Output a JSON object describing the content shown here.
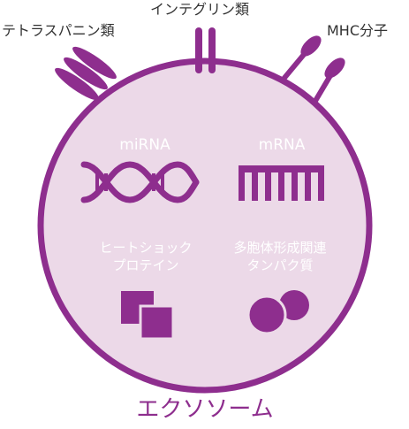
{
  "colors": {
    "accent": "#8e2e8e",
    "membrane_fill": "#ecd9e8",
    "label_dark": "#333333",
    "label_light": "#ffffff"
  },
  "surface_labels": {
    "tetraspanin": "テトラスパニン類",
    "integrin": "インテグリン類",
    "mhc": "MHC分子"
  },
  "cargo": {
    "mirna": "miRNA",
    "mrna": "mRNA",
    "hsp_line1": "ヒートショック",
    "hsp_line2": "プロテイン",
    "multi_line1": "多胞体形成関連",
    "multi_line2": "タンパク質"
  },
  "title": "エクソソーム",
  "icons": {
    "tetraspanin": "tetraspanin-icon",
    "integrin": "integrin-icon",
    "mhc": "mhc-molecule-icon",
    "mirna": "double-helix-icon",
    "mrna": "comb-strand-icon",
    "hsp": "stacked-squares-icon",
    "multi": "overlapping-circles-icon"
  }
}
